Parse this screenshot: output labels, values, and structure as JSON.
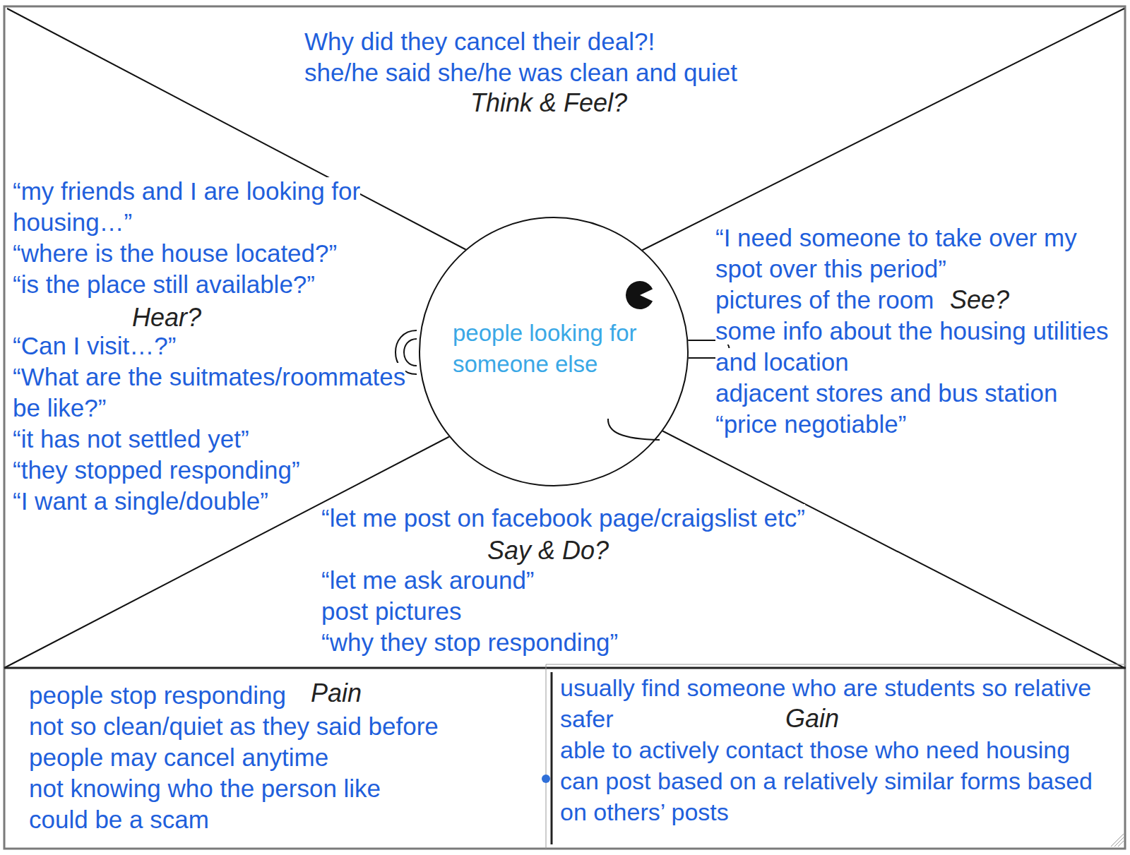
{
  "diagram": {
    "nodes": [
      {
        "text": [
          "Why did they cancel their deal?!",
          "she/he said she/he was clean and quiet",
          "Think & Feel?"
        ]
      },
      {
        "text": [
          "“my friends and I are looking for housing…”",
          "“where is the house located?”",
          "“is the place still available?”",
          "Hear?",
          "“Can I visit…?”",
          "“What are the suitmates/roommates be like?”",
          "“it has not settled yet”",
          "“they stopped responding”",
          "“I want a single/double”"
        ]
      },
      {
        "text": [
          "people looking for someone else"
        ]
      },
      {
        "text": [
          "“I need someone to take over my spot over this period”",
          "pictures of the room",
          "See?",
          "some info about the housing utilities and location",
          "adjacent stores and bus station",
          "“price negotiable”"
        ]
      },
      {
        "text": [
          "“let me post on facebook page/craigslist etc”",
          "Say & Do?",
          "“let me ask around”",
          "post pictures",
          "“why they stop responding”"
        ]
      },
      {
        "text": [
          "people stop responding",
          "Pain",
          "not so clean/quiet as they said before",
          "people may cancel anytime",
          "not knowing who the person like",
          "could be a scam"
        ]
      },
      {
        "text": [
          "usually find someone who are students so relative safer",
          "Gain",
          "able to actively contact those who need housing",
          "can post based on a relatively similar forms based on others’ posts"
        ]
      }
    ]
  }
}
